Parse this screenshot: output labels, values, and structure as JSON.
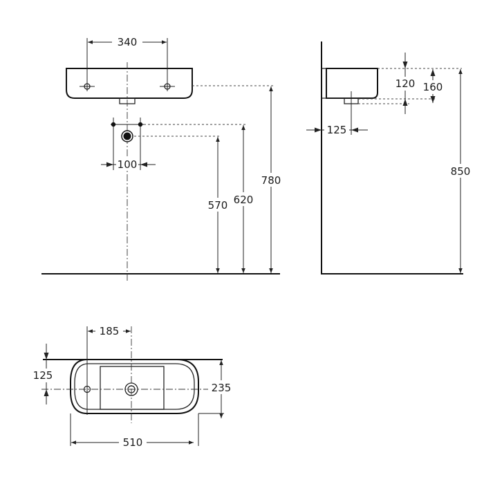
{
  "front_view": {
    "dim_width": "340",
    "dim_pipe_spacing": "100",
    "dim_height_570": "570",
    "dim_height_620": "620",
    "dim_height_780": "780"
  },
  "side_view": {
    "dim_120": "120",
    "dim_160": "160",
    "dim_125": "125",
    "dim_850": "850"
  },
  "top_view": {
    "dim_185": "185",
    "dim_125": "125",
    "dim_235": "235",
    "dim_510": "510"
  }
}
